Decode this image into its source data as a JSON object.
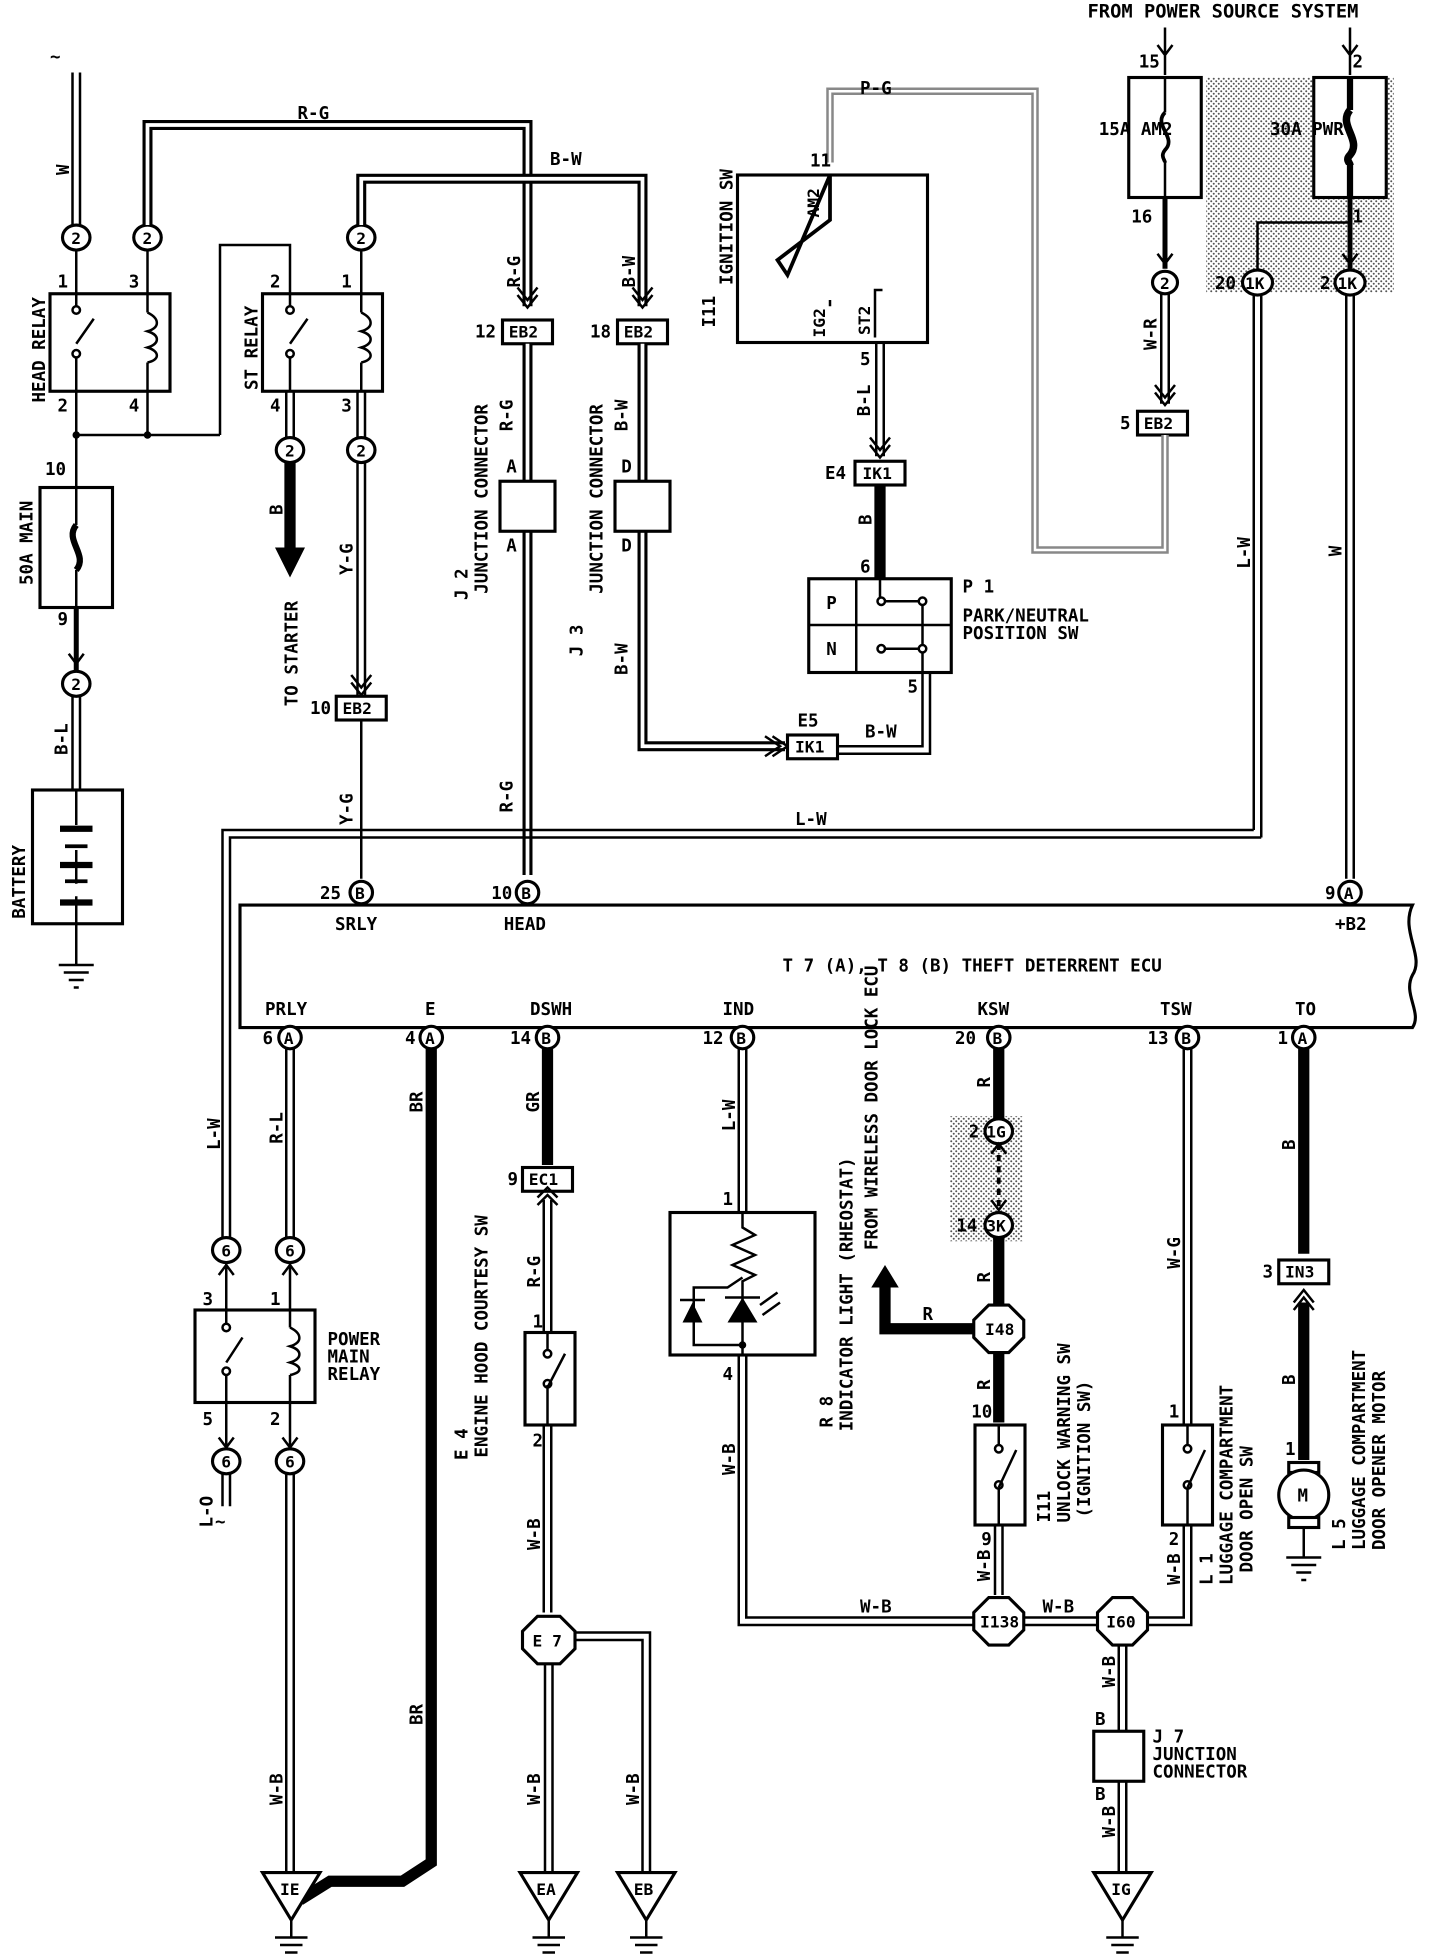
{
  "title": "FROM POWER SOURCE SYSTEM",
  "components": {
    "head_relay": "HEAD RELAY",
    "st_relay": "ST RELAY",
    "main_fuse": "50A MAIN",
    "battery": "BATTERY",
    "to_starter": "TO STARTER",
    "j2_id": "J 2",
    "j2_name": "JUNCTION CONNECTOR",
    "j3_id": "J 3",
    "j3_name": "JUNCTION CONNECTOR",
    "ignition_id": "I11",
    "ignition_name": "IGNITION SW",
    "am2_fuse": "15A AM2",
    "pwr_fuse": "30A PWR",
    "pn_id": "P 1",
    "pn_name1": "PARK/NEUTRAL",
    "pn_name2": "POSITION SW",
    "ecu_name": "T 7 (A), T 8 (B) THEFT DETERRENT ECU",
    "pmr1": "POWER",
    "pmr2": "MAIN",
    "pmr3": "RELAY",
    "e4_id": "E 4",
    "e4_name": "ENGINE HOOD COURTESY SW",
    "r8_id": "R 8",
    "r8_name": "INDICATOR LIGHT (RHEOSTAT)",
    "wireless": "FROM WIRELESS DOOR LOCK ECU",
    "i11b_id": "I11",
    "i11b_name1": "UNLOCK WARNING SW",
    "i11b_name2": "(IGNITION SW)",
    "l1_id": "L 1",
    "l1_name1": "LUGGAGE COMPARTMENT",
    "l1_name2": "DOOR OPEN SW",
    "l5_id": "L 5",
    "l5_name1": "LUGGAGE COMPARTMENT",
    "l5_name2": "DOOR OPENER MOTOR",
    "j7_id": "J 7",
    "j7_name1": "JUNCTION",
    "j7_name2": "CONNECTOR"
  },
  "ecu_terminals": {
    "srly": "SRLY",
    "head": "HEAD",
    "b2": "+B2",
    "prly": "PRLY",
    "e": "E",
    "dswh": "DSWH",
    "ind": "IND",
    "ksw": "KSW",
    "tsw": "TSW",
    "to": "TO"
  },
  "connectors": {
    "eb2": "EB2",
    "ik1": "IK1",
    "ec1": "EC1",
    "in3": "IN3",
    "e4c": "E4",
    "e5c": "E5",
    "one_k": "1K",
    "one_g": "1G",
    "three_k": "3K",
    "e7": "E 7",
    "i48": "I48",
    "i138": "I138",
    "i60": "I60",
    "ie": "IE",
    "ea": "EA",
    "eb": "EB",
    "ig": "IG",
    "pin_a": "A",
    "pin_b": "B",
    "m": "M",
    "p": "P",
    "n": "N",
    "am2": "AM2",
    "ig2": "IG2",
    "st2": "ST2"
  },
  "wire_colors": {
    "w": "W",
    "rg": "R-G",
    "bw": "B-W",
    "pg": "P-G",
    "bl": "B-L",
    "b": "B",
    "yg": "Y-G",
    "wr": "W-R",
    "lw": "L-W",
    "rl": "R-L",
    "br": "BR",
    "gr": "GR",
    "r": "R",
    "wb": "W-B",
    "wg": "W-G",
    "lo": "L-O"
  },
  "pins": {
    "p1": "1",
    "p2": "2",
    "p3": "3",
    "p4": "4",
    "p5": "5",
    "p6": "6",
    "p9": "9",
    "p10": "10",
    "p11": "11",
    "p12": "12",
    "p13": "13",
    "p14": "14",
    "p15": "15",
    "p16": "16",
    "p18": "18",
    "p20": "20",
    "p25": "25"
  }
}
